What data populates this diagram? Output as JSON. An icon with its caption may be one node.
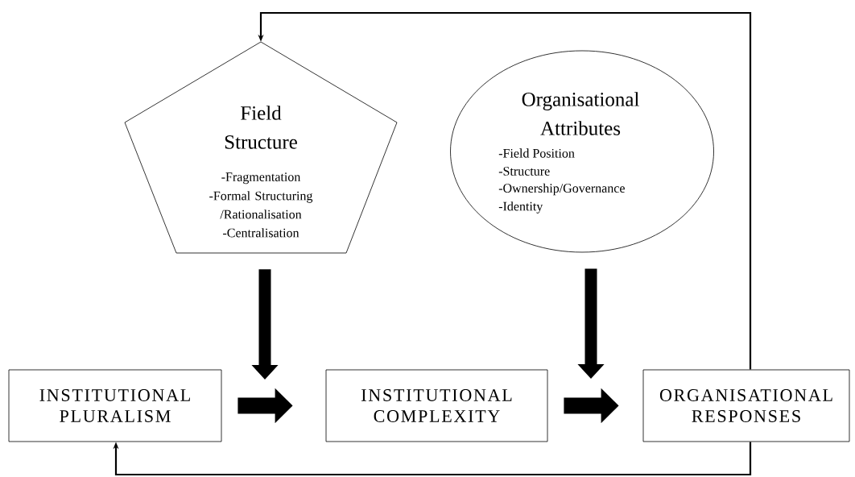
{
  "diagram": {
    "nodes": [
      {
        "text": [
          "Field Structure",
          "-Fragmentation",
          "-Formal Structuring /Rationalisation",
          "-Centralisation"
        ]
      },
      {
        "text": [
          "Organisational Attributes",
          "-Field Position",
          "-Structure",
          "-Ownership/Governance",
          "-Identity"
        ]
      },
      {
        "text": [
          "INSTITUTIONAL PLURALISM"
        ]
      },
      {
        "text": [
          "INSTITUTIONAL COMPLEXITY"
        ]
      },
      {
        "text": [
          "ORGANISATIONAL RESPONSES"
        ]
      }
    ],
    "edges": [
      {
        "from": 0,
        "to": null,
        "arrow": "to"
      },
      {
        "from": 1,
        "to": null,
        "arrow": "to"
      },
      {
        "from": 2,
        "to": 3,
        "arrow": "to"
      },
      {
        "from": 3,
        "to": 4,
        "arrow": "to"
      },
      {
        "from": 4,
        "to": 0,
        "arrow": "to"
      },
      {
        "from": 4,
        "to": 2,
        "arrow": "to"
      }
    ]
  }
}
